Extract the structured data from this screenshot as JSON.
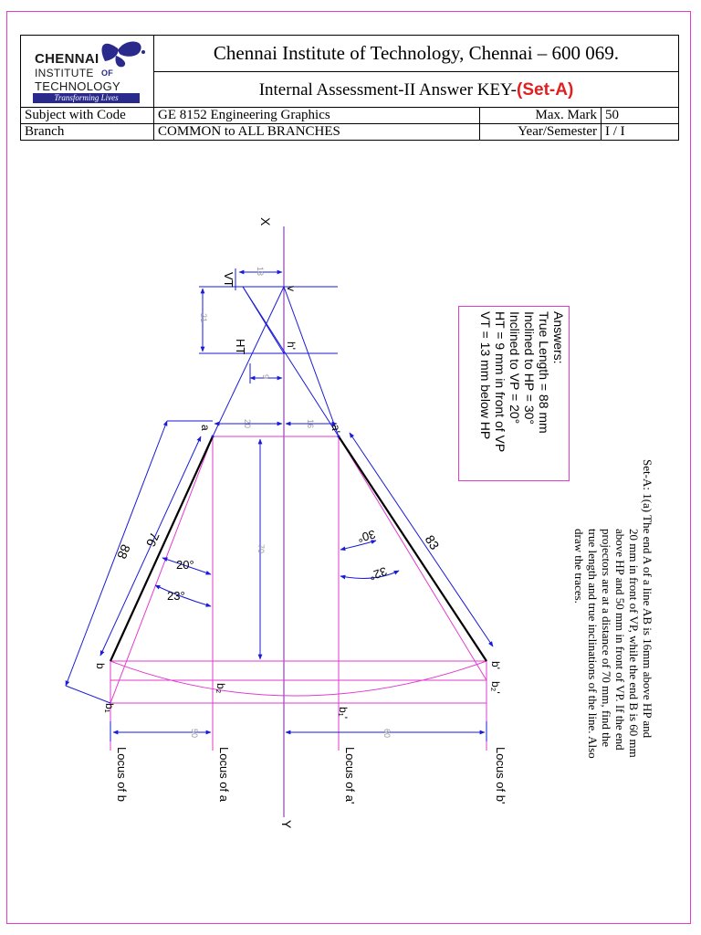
{
  "institute": {
    "logo_lines": [
      "CHENNAI",
      "INSTITUTE",
      "OF",
      "TECHNOLOGY"
    ],
    "logo_tagline": "Transforming Lives",
    "title": "Chennai Institute of Technology, Chennai – 600 069.",
    "subtitle": "Internal Assessment-II  Answer KEY-",
    "set_label": "(Set-A)"
  },
  "info": {
    "subject_label": "Subject with Code",
    "subject_value": "GE 8152  Engineering Graphics",
    "maxmark_label": "Max. Mark",
    "maxmark_value": "50",
    "branch_label": "Branch",
    "branch_value": "COMMON to ALL BRANCHES",
    "year_label": "Year/Semester",
    "year_value": "I / I"
  },
  "answers": {
    "heading": "Answers:",
    "lines": [
      "True Length = 88 mm",
      "Inclined to HP = 30°",
      "Inclined to VP = 20°",
      "HT = 9 mm in front of VP",
      "VT = 13 mm below HP"
    ]
  },
  "question": {
    "lines": [
      "Set-A:  1(a) The end A of a line AB is 16mm above HP and",
      "20 mm in front of VP, while the end B is 60 mm",
      "above HP and 50 mm in front of VP. If the end",
      "projectors are at a distance of 70 mm, find the",
      "true length and true inclinations of the line. Also",
      "draw the traces."
    ]
  },
  "drawing": {
    "xy": {
      "x": "X",
      "y": "Y"
    },
    "points": {
      "v": "v",
      "h_prime": "h'",
      "a": "a",
      "a_prime": "a'",
      "b": "b",
      "b_prime": "b'",
      "b1": "b₁",
      "b2": "b₂",
      "b1_prime": "b₁'",
      "b2_prime": "b₂'",
      "vt": "VT",
      "ht": "HT"
    },
    "dims": {
      "d13": "13",
      "d21": "21",
      "d9": "9",
      "d20": "20",
      "d16": "16",
      "d70": "70",
      "d50": "50",
      "d60": "60",
      "d88": "88",
      "d76": "76",
      "d83": "83"
    },
    "angles": {
      "a20": "20°",
      "a23": "23°",
      "a30": "30°",
      "a32": "32°"
    },
    "loci": {
      "b": "Locus of b",
      "a": "Locus of a",
      "a_prime": "Locus of a'",
      "b_prime": "Locus of b'"
    }
  }
}
